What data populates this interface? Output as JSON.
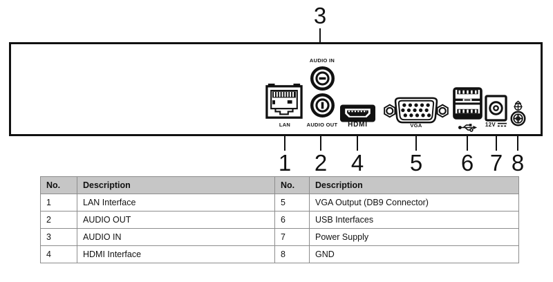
{
  "colors": {
    "ink": "#111111",
    "table_border": "#8c8c8c",
    "table_header_bg": "#c6c6c6",
    "page_bg": "#ffffff"
  },
  "diagram": {
    "top_callout": "3",
    "bottom_callouts": [
      "1",
      "2",
      "4",
      "5",
      "6",
      "7",
      "8"
    ],
    "ports": {
      "lan_label": "LAN",
      "audio_in_label": "AUDIO IN",
      "audio_out_label": "AUDIO OUT",
      "hdmi_label": "HDMI",
      "vga_label": "VGA",
      "power_label": "12V"
    },
    "icons": {
      "lan-port-icon": "RJ45 ethernet jack drawing",
      "audio-in-jack-icon": "RCA audio jack drawing",
      "audio-out-jack-icon": "RCA audio jack drawing",
      "hdmi-port-icon": "HDMI connector drawing",
      "vga-port-icon": "DB15 VGA connector drawing",
      "usb-ports-icon": "stacked dual USB-A ports drawing",
      "usb-symbol-icon": "USB trident symbol",
      "power-jack-icon": "DC barrel power jack drawing",
      "dc-symbol-icon": "DC current symbol (solid over dashed line)",
      "gnd-marker-icon": "earth ground symbol",
      "gnd-screw-icon": "ground screw head drawing"
    }
  },
  "table": {
    "headers": [
      "No.",
      "Description",
      "No.",
      "Description"
    ],
    "rows": [
      [
        "1",
        "LAN Interface",
        "5",
        "VGA Output (DB9 Connector)"
      ],
      [
        "2",
        "AUDIO OUT",
        "6",
        "USB Interfaces"
      ],
      [
        "3",
        "AUDIO IN",
        "7",
        "Power Supply"
      ],
      [
        "4",
        "HDMI Interface",
        "8",
        "GND"
      ]
    ]
  }
}
